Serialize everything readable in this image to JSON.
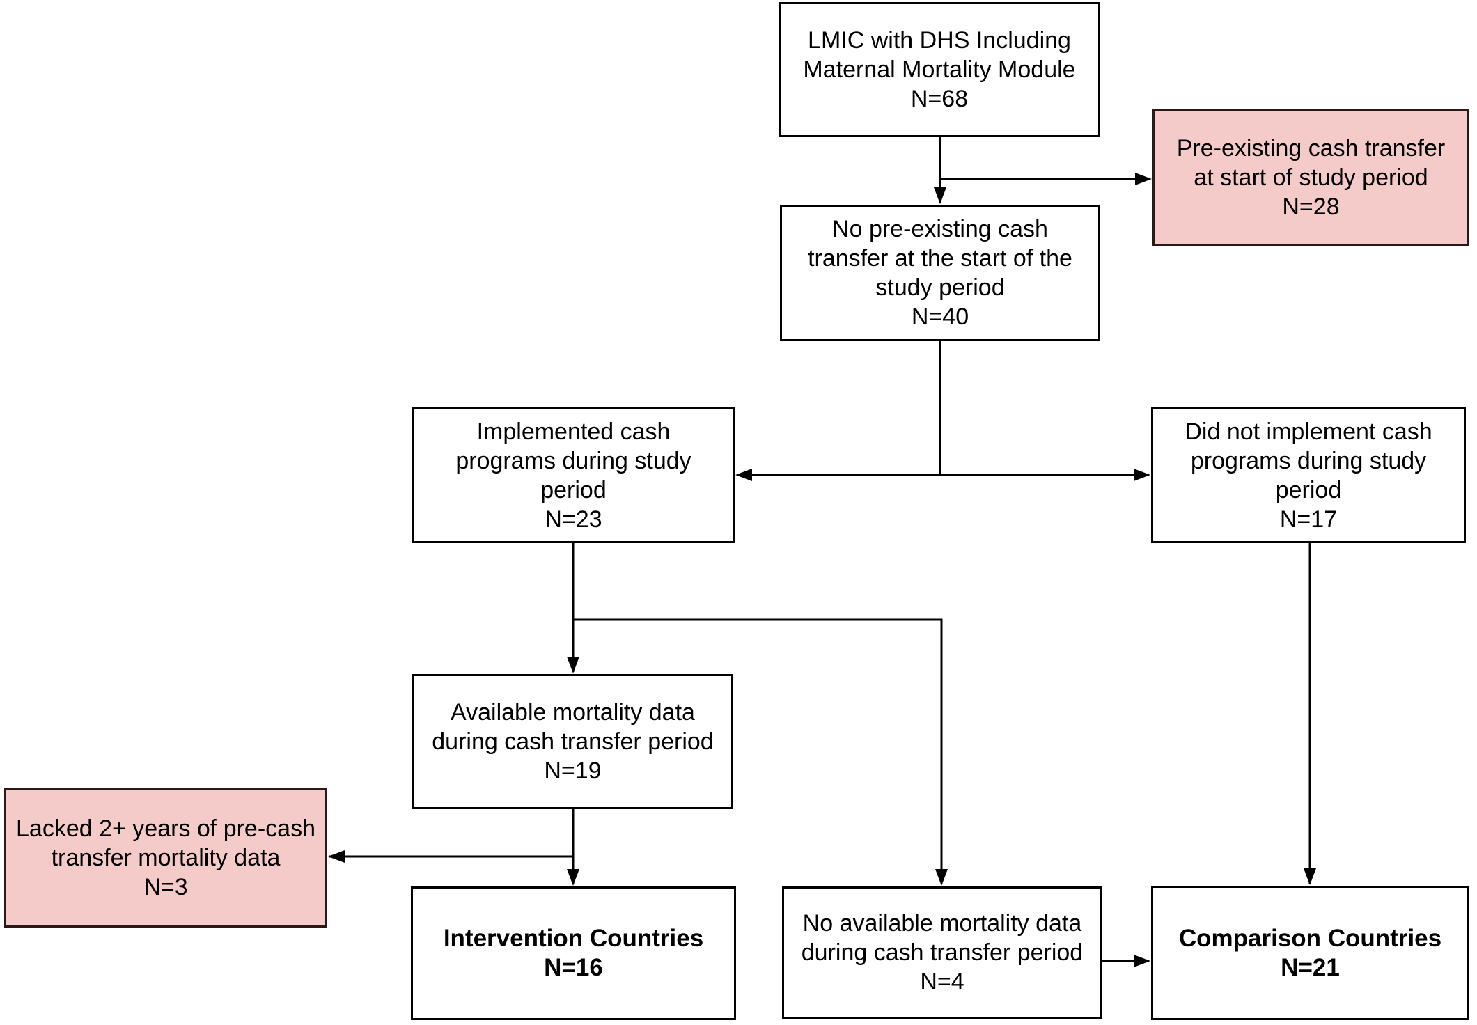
{
  "figure": {
    "type": "flowchart",
    "description": "Country selection flow diagram"
  },
  "colors": {
    "box-border": "#000000",
    "box-fill": "#ffffff",
    "excluded-fill": "#f4cbc8",
    "excluded-border": "#2a1917",
    "text": "#000000",
    "connector": "#000000",
    "background": "#ffffff"
  },
  "nodes": {
    "lmic": {
      "label": "LMIC with DHS Including\nMaternal Mortality Module",
      "n": "N=68"
    },
    "preexisting": {
      "label": "Pre-existing cash transfer\nat start of study period",
      "n": "N=28"
    },
    "no_preexisting": {
      "label": "No pre-existing cash\ntransfer at the start of the\nstudy period",
      "n": "N=40"
    },
    "implemented": {
      "label": "Implemented cash\nprograms during study\nperiod",
      "n": "N=23"
    },
    "did_not_implement": {
      "label": "Did not implement cash\nprograms during study\nperiod",
      "n": "N=17"
    },
    "available": {
      "label": "Available mortality data\nduring cash transfer period",
      "n": "N=19"
    },
    "lacked": {
      "label": "Lacked 2+ years of pre-cash\ntransfer mortality data",
      "n": "N=3"
    },
    "intervention": {
      "label": "Intervention Countries",
      "n": "N=16"
    },
    "no_available": {
      "label": "No available mortality data\nduring cash transfer period",
      "n": "N=4"
    },
    "comparison": {
      "label": "Comparison Countries",
      "n": "N=21"
    }
  },
  "edges": [
    {
      "from": "lmic",
      "to": "no_preexisting"
    },
    {
      "from": "lmic",
      "to": "preexisting"
    },
    {
      "from": "no_preexisting",
      "to": "implemented"
    },
    {
      "from": "no_preexisting",
      "to": "did_not_implement"
    },
    {
      "from": "implemented",
      "to": "available"
    },
    {
      "from": "implemented",
      "to": "no_available"
    },
    {
      "from": "available",
      "to": "lacked"
    },
    {
      "from": "available",
      "to": "intervention"
    },
    {
      "from": "did_not_implement",
      "to": "comparison"
    },
    {
      "from": "no_available",
      "to": "comparison"
    }
  ]
}
